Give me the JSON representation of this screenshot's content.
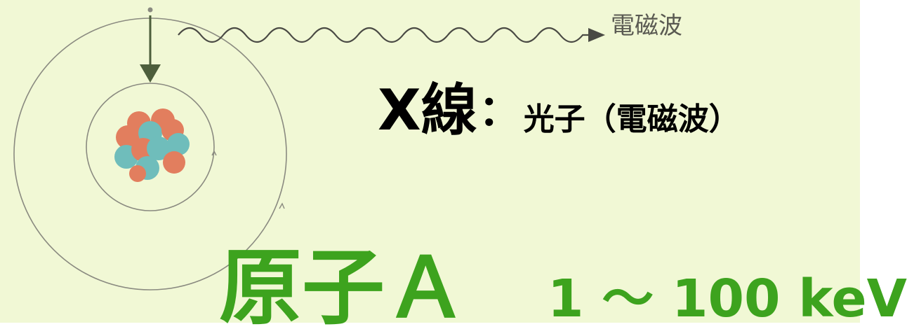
{
  "colors": {
    "background": "#f1f8d5",
    "green_text": "#3da31e",
    "orbit_line": "#8a8a80",
    "wave_line": "#4a4a44",
    "arrow": "#4d5e3c",
    "proton": "#e27e5e",
    "neutron": "#6fbdbb"
  },
  "wave_label": "電磁波",
  "xray": {
    "title": "X線",
    "colon": "：",
    "description": "光子（電磁波）"
  },
  "atom_label": "原子Ａ",
  "energy_range": "1 〜 100 keV"
}
